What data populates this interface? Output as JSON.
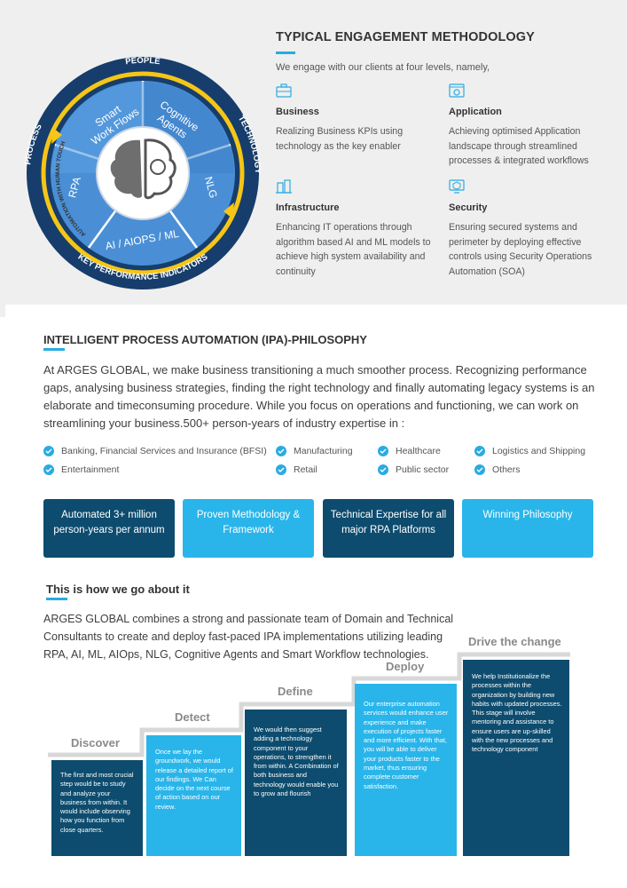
{
  "wheel": {
    "outer_labels": [
      "PEOPLE",
      "TECHNOLOGY",
      "KEY PERFORMANCE INDICATORS",
      "PROCESS"
    ],
    "segments": [
      "Smart Work Flows",
      "Cognitive Agents",
      "NLG",
      "AI / AIOPS / ML",
      "RPA"
    ],
    "center_caption": "AUTOMATION WITH HUMAN TOUCH"
  },
  "methodology": {
    "title": "TYPICAL ENGAGEMENT METHODOLOGY",
    "intro": "We engage with our clients at four levels, namely,",
    "levels": [
      {
        "title": "Business",
        "desc": "Realizing Business KPIs using technology as the key enabler",
        "icon": "briefcase-icon"
      },
      {
        "title": "Application",
        "desc": "Achieving optimised Application landscape through streamlined processes & integrated workflows",
        "icon": "app-settings-icon"
      },
      {
        "title": "Infrastructure",
        "desc": "Enhancing IT operations through algorithm based AI and ML models to achieve high system availability and continuity",
        "icon": "buildings-icon"
      },
      {
        "title": "Security",
        "desc": "Ensuring secured systems and perimeter by deploying effective controls using Security Operations Automation (SOA)",
        "icon": "shield-monitor-icon"
      }
    ]
  },
  "ipa": {
    "title": "INTELLIGENT PROCESS AUTOMATION (IPA)-PHILOSOPHY",
    "text": "At ARGES GLOBAL, we make business transitioning a much smoother process. Recognizing performance gaps, analysing business strategies, finding the right technology and finally automating legacy systems is an elaborate and timeconsuming procedure. While you focus on operations and functioning, we can work on streamlining your business.500+ person-years of industry expertise in :",
    "industries": [
      "Banking, Financial Services and Insurance (BFSI)",
      "Manufacturing",
      "Healthcare",
      "Logistics and Shipping",
      "Entertainment",
      "Retail",
      "Public sector",
      "Others"
    ],
    "highlights": [
      "Automated 3+ million person-years per annum",
      "Proven Methodology & Framework",
      "Technical Expertise for all major RPA Platforms",
      "Winning Philosophy"
    ]
  },
  "how": {
    "title": "This is how we go about it",
    "text": "ARGES GLOBAL combines a strong and passionate  team of Domain and Technical Consultants to create and deploy fast-paced IPA implementations utilizing leading RPA, AI, ML, AIOps, NLG, Cognitive Agents and Smart Workflow technologies.",
    "steps": [
      {
        "label": "Discover",
        "text": "The first and most crucial step would be to study and analyze your business from within. It would include observing how you function from close quarters."
      },
      {
        "label": "Detect",
        "text": "Once we lay the groundwork, we would release a detailed report of our findings. We Can decide on the next course of action based on our review."
      },
      {
        "label": "Define",
        "text": "We would then suggest adding a technology component to your operations, to strengthen it from within. A Combination of both business and technology would enable you to grow and flourish"
      },
      {
        "label": "Deploy",
        "text": "Our enterprise automation services would enhance user experience and make execution of projects faster and more efficient. With that, you will be able to deliver your products faster to the market, thus ensuring complete customer satisfaction."
      },
      {
        "label": "Drive the change",
        "text": "We help Institutionalize the processes within the organization by building new habits with updated processes. This stage will involve mentoring and assistance to ensure users are up-skilled with the new processes and technology component"
      }
    ]
  },
  "colors": {
    "accent": "#29abe2",
    "dark": "#0d4c6e",
    "wheel_blue": "#1f5fa8",
    "wheel_yellow": "#f5c518"
  }
}
